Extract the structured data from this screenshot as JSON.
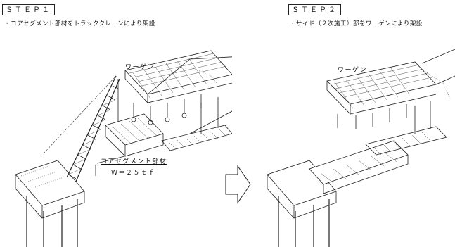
{
  "step1": {
    "title": "ＳＴＥＰ１",
    "caption": "・コアセグメント部材をトラッククレーンにより架設",
    "wagen_label": "ワーゲン",
    "member_label": "コアセグメント部材",
    "weight_label": "Ｗ＝２５ｔｆ"
  },
  "step2": {
    "title": "ＳＴＥＰ２",
    "caption": "・サイド（２次施工）部をワーゲンにより架設",
    "wagen_label": "ワーゲン"
  }
}
